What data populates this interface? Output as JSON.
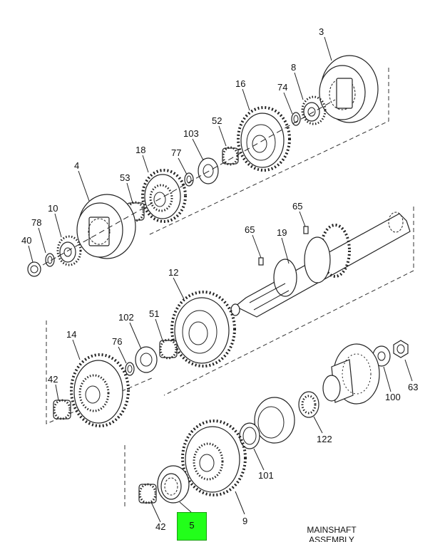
{
  "diagram": {
    "caption_line1": "MAINSHAFT",
    "caption_line2": "ASSEMBLY",
    "highlight": {
      "label": "5",
      "color": "#22ff1a"
    },
    "callouts": [
      "3",
      "8",
      "16",
      "74",
      "52",
      "103",
      "77",
      "18",
      "4",
      "53",
      "10",
      "78",
      "40",
      "65",
      "65",
      "19",
      "12",
      "102",
      "51",
      "76",
      "14",
      "42",
      "100",
      "63",
      "122",
      "101",
      "9",
      "42"
    ]
  }
}
